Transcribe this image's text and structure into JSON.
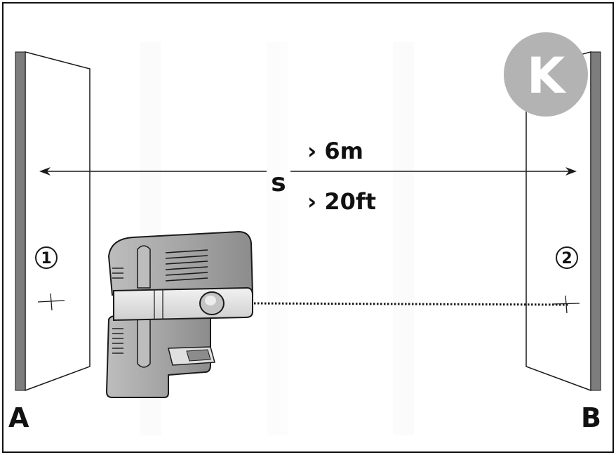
{
  "figure": {
    "wall_left_label": "A",
    "wall_right_label": "B",
    "point_left_number": "1",
    "point_right_number": "2",
    "distance_symbol": "s",
    "distance_metric": "› 6m",
    "distance_imperial": "› 20ft",
    "badge_letter": "K"
  },
  "colors": {
    "badge": "#b3b3b3",
    "device_body": "#9a9a9a",
    "device_light": "#d8d8d8",
    "wall_dark": "#7d7d7d",
    "line": "#1a1a1a"
  }
}
